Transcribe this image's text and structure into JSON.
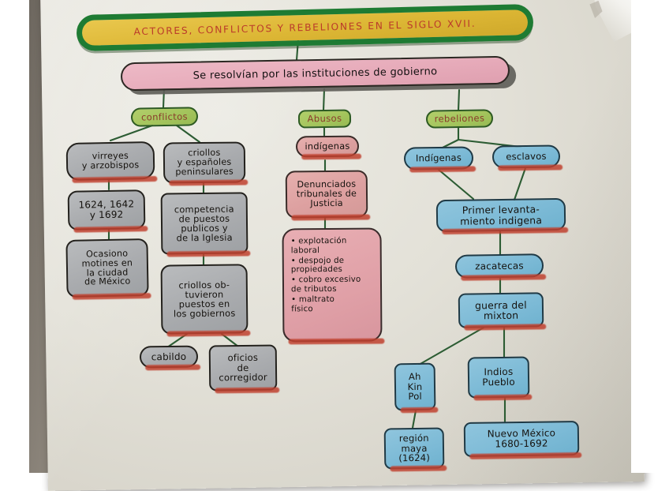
{
  "document": {
    "medium": "hand-drawn concept map photographed on paper",
    "title": "ACTORES, CONFLICTOS Y REBELIONES EN EL SIGLO XVII.",
    "subtitle": "Se resolvían por las instituciones de gobierno"
  },
  "colors": {
    "banner_fill": "#dcb634",
    "banner_border": "#1e7b33",
    "title_text": "#bb3b2b",
    "subtitle_fill": "#e6aab9",
    "category_fill": "#a3c45c",
    "grey_fill": "#a9abae",
    "pink_fill": "#e0a0a7",
    "blue_fill": "#7cbad6",
    "red_shadow": "#c0412f",
    "connector": "#2c5c33",
    "paper": "#e3e1d8",
    "desk": "#a9a299"
  },
  "categories": [
    {
      "id": "conflictos",
      "label": "conflictos"
    },
    {
      "id": "abusos",
      "label": "Abusos"
    },
    {
      "id": "rebeliones",
      "label": "rebeliones"
    }
  ],
  "branches": {
    "conflictos": {
      "column_a": [
        {
          "id": "virreyes",
          "text": "virreyes\ny arzobispos"
        },
        {
          "id": "fechas",
          "text": "1624, 1642\ny 1692"
        },
        {
          "id": "motines",
          "text": "Ocasiono\nmotines en\nla ciudad\nde México"
        }
      ],
      "column_b": [
        {
          "id": "criollos",
          "text": "criollos\ny españoles\npeninsulares"
        },
        {
          "id": "competencia",
          "text": "competencia\nde puestos\npublicos y\nde la Iglesia"
        },
        {
          "id": "obtuvieron",
          "text": "criollos ob-\ntuvieron\npuestos en\nlos gobiernos"
        }
      ],
      "column_b_children": [
        {
          "id": "cabildo",
          "text": "cabildo"
        },
        {
          "id": "corregidor",
          "text": "oficios\nde\ncorregidor"
        }
      ]
    },
    "abusos": {
      "chain": [
        {
          "id": "indigenas-abusos",
          "text": "indígenas"
        },
        {
          "id": "denunciados",
          "text": "Denunciados\ntribunales de\nJusticia"
        }
      ],
      "bullet_box": {
        "id": "abusos-lista",
        "items": [
          "explotación\nlaboral",
          "despojo de\npropiedades",
          "cobro excesivo\nde tributos",
          "maltrato\nfísico"
        ]
      }
    },
    "rebeliones": {
      "actors": [
        {
          "id": "indigenas-reb",
          "text": "Indígenas"
        },
        {
          "id": "esclavos",
          "text": "esclavos"
        }
      ],
      "chain": [
        {
          "id": "primer-levantamiento",
          "text": "Primer levanta-\nmiento indigena"
        },
        {
          "id": "zacatecas",
          "text": "zacatecas"
        },
        {
          "id": "guerra-mixton",
          "text": "guerra del\nmixton"
        }
      ],
      "outcomes": [
        {
          "id": "ah-kin-pol",
          "text": "Ah\nKin\nPol"
        },
        {
          "id": "indios-pueblo",
          "text": "Indios\nPueblo"
        },
        {
          "id": "region-maya",
          "text": "región\nmaya\n(1624)"
        },
        {
          "id": "nuevo-mexico",
          "text": "Nuevo México\n1680-1692"
        }
      ]
    }
  }
}
